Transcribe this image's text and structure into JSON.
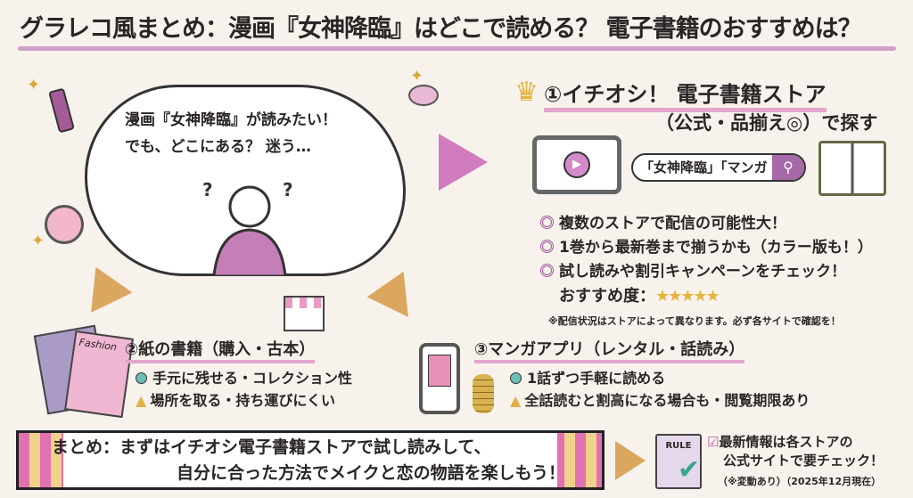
{
  "title": "グラレコ風まとめ：漫画『女神降臨』はどこで読める？ 電子書籍のおすすめは？",
  "thought": {
    "line1": "漫画『女神降臨』が読みたい！",
    "line2": "でも、どこにある？ 迷う…"
  },
  "option1": {
    "heading": "①イチオシ！ 電子書籍ストア",
    "subheading": "（公式・品揃え◎）で探す",
    "search_value": "「女神降臨」「マンガ",
    "bullets": [
      "複数のストアで配信の可能性大！",
      "1巻から最新巻まで揃うかも（カラー版も！）",
      "試し読みや割引キャンペーンをチェック！"
    ],
    "rating_label": "おすすめ度：",
    "rating_stars": "★★★★★",
    "rating": 5,
    "note": "※配信状況はストアによって異なります。必ず各サイトで確認を！"
  },
  "option2": {
    "heading": "②紙の書籍（購入・古本）",
    "pro": "手元に残せる・コレクション性",
    "con": "場所を取る・持ち運びにくい",
    "magazine_cover": "Fashion"
  },
  "option3": {
    "heading": "③マンガアプリ（レンタル・話読み）",
    "pro": "1話ずつ手軽に読める",
    "con": "全話読むと割高になる場合も・閲覧期限あり"
  },
  "summary": {
    "line1": "まとめ：まずはイチオシ電子書籍ストアで試し読みして、",
    "line2": "自分に合った方法でメイクと恋の物語を楽しもう！"
  },
  "final": {
    "rule_label": "RULE",
    "line1": "最新情報は各ストアの",
    "line2": "公式サイトで要チェック！",
    "sub": "（※変動あり）（2025年12月現在）"
  },
  "colors": {
    "accent_pink": "#e3a6cf",
    "purple": "#a768a8",
    "gold": "#e2b43c",
    "teal": "#6bbfb5"
  }
}
